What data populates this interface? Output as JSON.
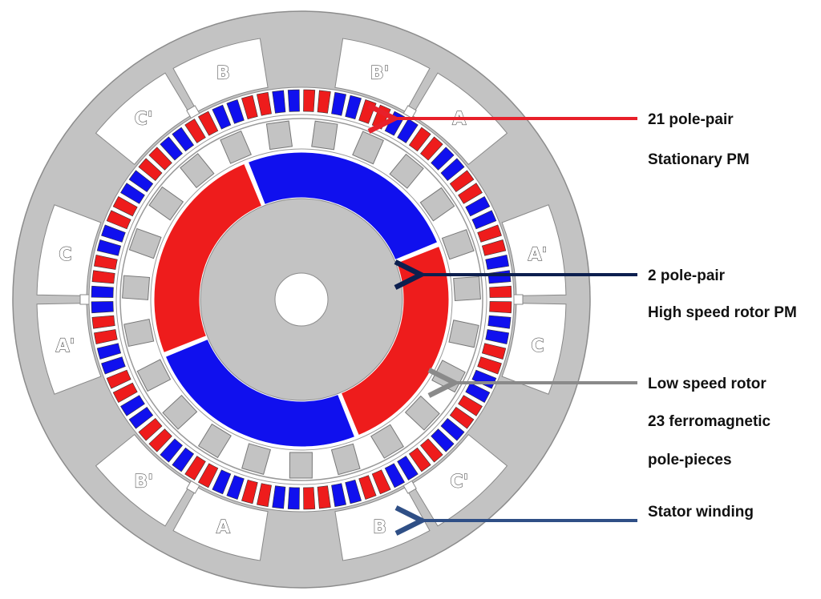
{
  "colors": {
    "steel": "#c3c3c3",
    "steel_stroke": "#8c8c8c",
    "magnet_north": "#ee1c1c",
    "magnet_south": "#1010ee",
    "arrow_red": "#e8202a",
    "arrow_navy": "#0c1f4f",
    "arrow_gray": "#8a8a8a",
    "arrow_blue": "#2f4f86"
  },
  "stator": {
    "coil_labels": [
      "B'",
      "A",
      "A'",
      "C",
      "C'",
      "B",
      "A",
      "B'",
      "A'",
      "C",
      "C'",
      "B"
    ]
  },
  "stationary_pm": {
    "pole_pairs": 21
  },
  "high_speed_rotor": {
    "pole_pairs": 2
  },
  "low_speed_rotor": {
    "pole_pieces": 23
  },
  "callouts": [
    {
      "lines": [
        "21 pole-pair",
        "Stationary PM"
      ],
      "arrow_color": "arrow_red"
    },
    {
      "lines": [
        "2 pole-pair",
        "High speed rotor PM"
      ],
      "arrow_color": "arrow_navy"
    },
    {
      "lines": [
        "Low speed rotor",
        "23 ferromagnetic",
        "pole-pieces"
      ],
      "arrow_color": "arrow_gray"
    },
    {
      "lines": [
        "Stator winding"
      ],
      "arrow_color": "arrow_blue"
    }
  ]
}
